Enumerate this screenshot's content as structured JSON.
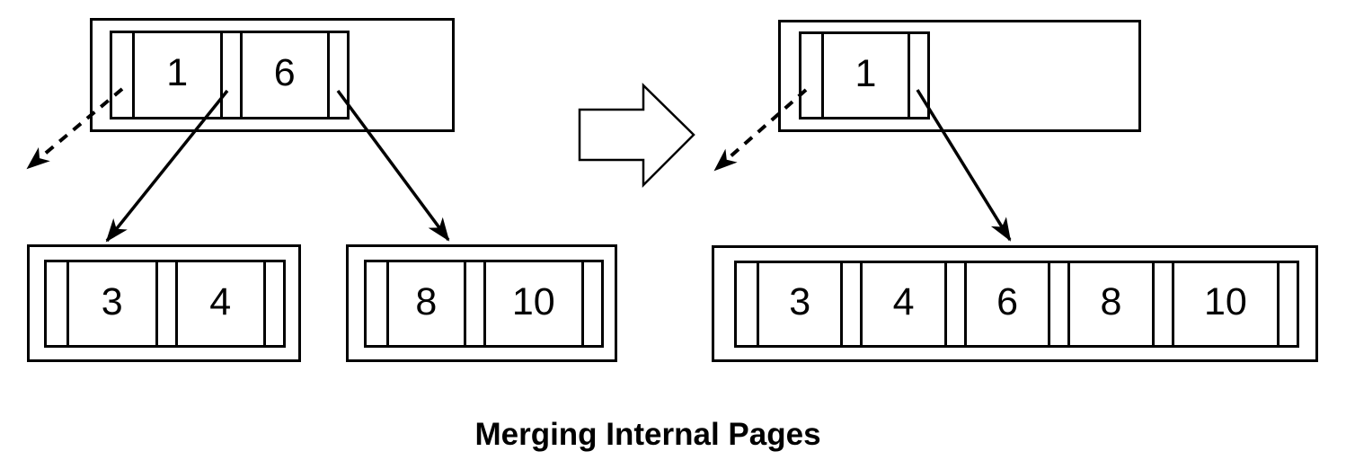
{
  "caption": "Merging Internal Pages",
  "colors": {
    "stroke": "#000000",
    "background": "#ffffff"
  },
  "icons": {
    "transition": "block-arrow-right-icon"
  },
  "diagram": {
    "before": {
      "root": {
        "keys": [
          "1",
          "6"
        ]
      },
      "children": [
        {
          "keys": [
            "3",
            "4"
          ]
        },
        {
          "keys": [
            "8",
            "10"
          ]
        }
      ]
    },
    "after": {
      "root": {
        "keys": [
          "1"
        ]
      },
      "children": [
        {
          "keys": [
            "3",
            "4",
            "6",
            "8",
            "10"
          ]
        }
      ]
    }
  }
}
